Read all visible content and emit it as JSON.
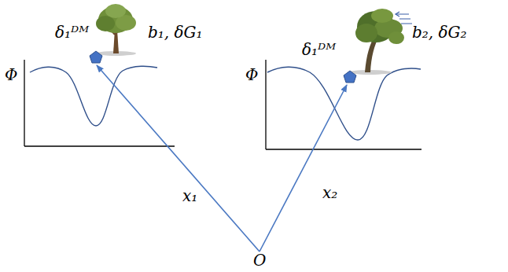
{
  "diagram": {
    "labels": [
      "Φ",
      "δ₁ᴰᴹ",
      "b₁, δG₁",
      "x₁",
      "Φ",
      "δ₁ᴰᴹ",
      "b₂, δG₂",
      "x₂",
      "O"
    ]
  }
}
